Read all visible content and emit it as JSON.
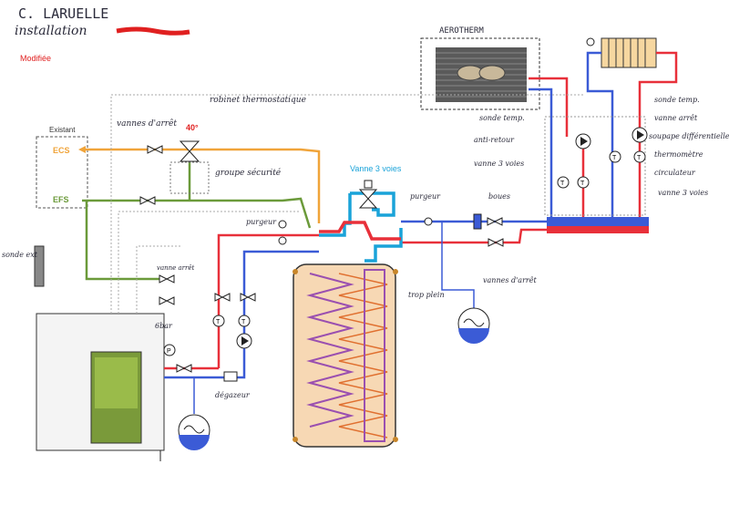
{
  "header": {
    "title": "C. LARUELLE",
    "subtitle": "installation",
    "scribble_note": "Modifiée"
  },
  "labels": {
    "existant": "Existant",
    "ecs": "ECS",
    "efs": "EFS",
    "temp_40": "40°",
    "vanne_3_voies": "Vanne 3 voies",
    "aerotherm": "AEROTHERM",
    "robinet_thermostatique": "robinet thermostatique",
    "vannes_arret_top": "vannes d'arrêt",
    "groupe_securite": "groupe sécurité",
    "purgeur_mid": "purgeur",
    "purgeur_right": "purgeur",
    "boues": "boues",
    "sonde_temp_mid": "sonde temp.",
    "anti_retour": "anti-retour",
    "vanne_3_voies_hand": "vanne 3 voies",
    "sonde_temp_right": "sonde temp.",
    "vanne_arret_right": "vanne arrêt",
    "soupape_differentielle": "soupape différentielle",
    "thermometre": "thermomètre",
    "circulateur": "circulateur",
    "vanne_3_voies_right": "vanne 3 voies",
    "vannes_arret_bottom": "vannes d'arrêt",
    "vanne_arret_left": "vanne arrêt",
    "trop_plein": "trop plein",
    "pressure_6bar": "6bar",
    "degazeur": "dégazeur",
    "sonde_ext": "sonde ext"
  },
  "colors": {
    "hot": "#e8303a",
    "cold": "#3b5bd6",
    "ecs": "#f0a43a",
    "efs": "#6b9a3a",
    "modif": "#1aa3d9",
    "coil": "#9a4fb0",
    "tank": "#f2c89a",
    "boiler": "#7a9a3a"
  }
}
